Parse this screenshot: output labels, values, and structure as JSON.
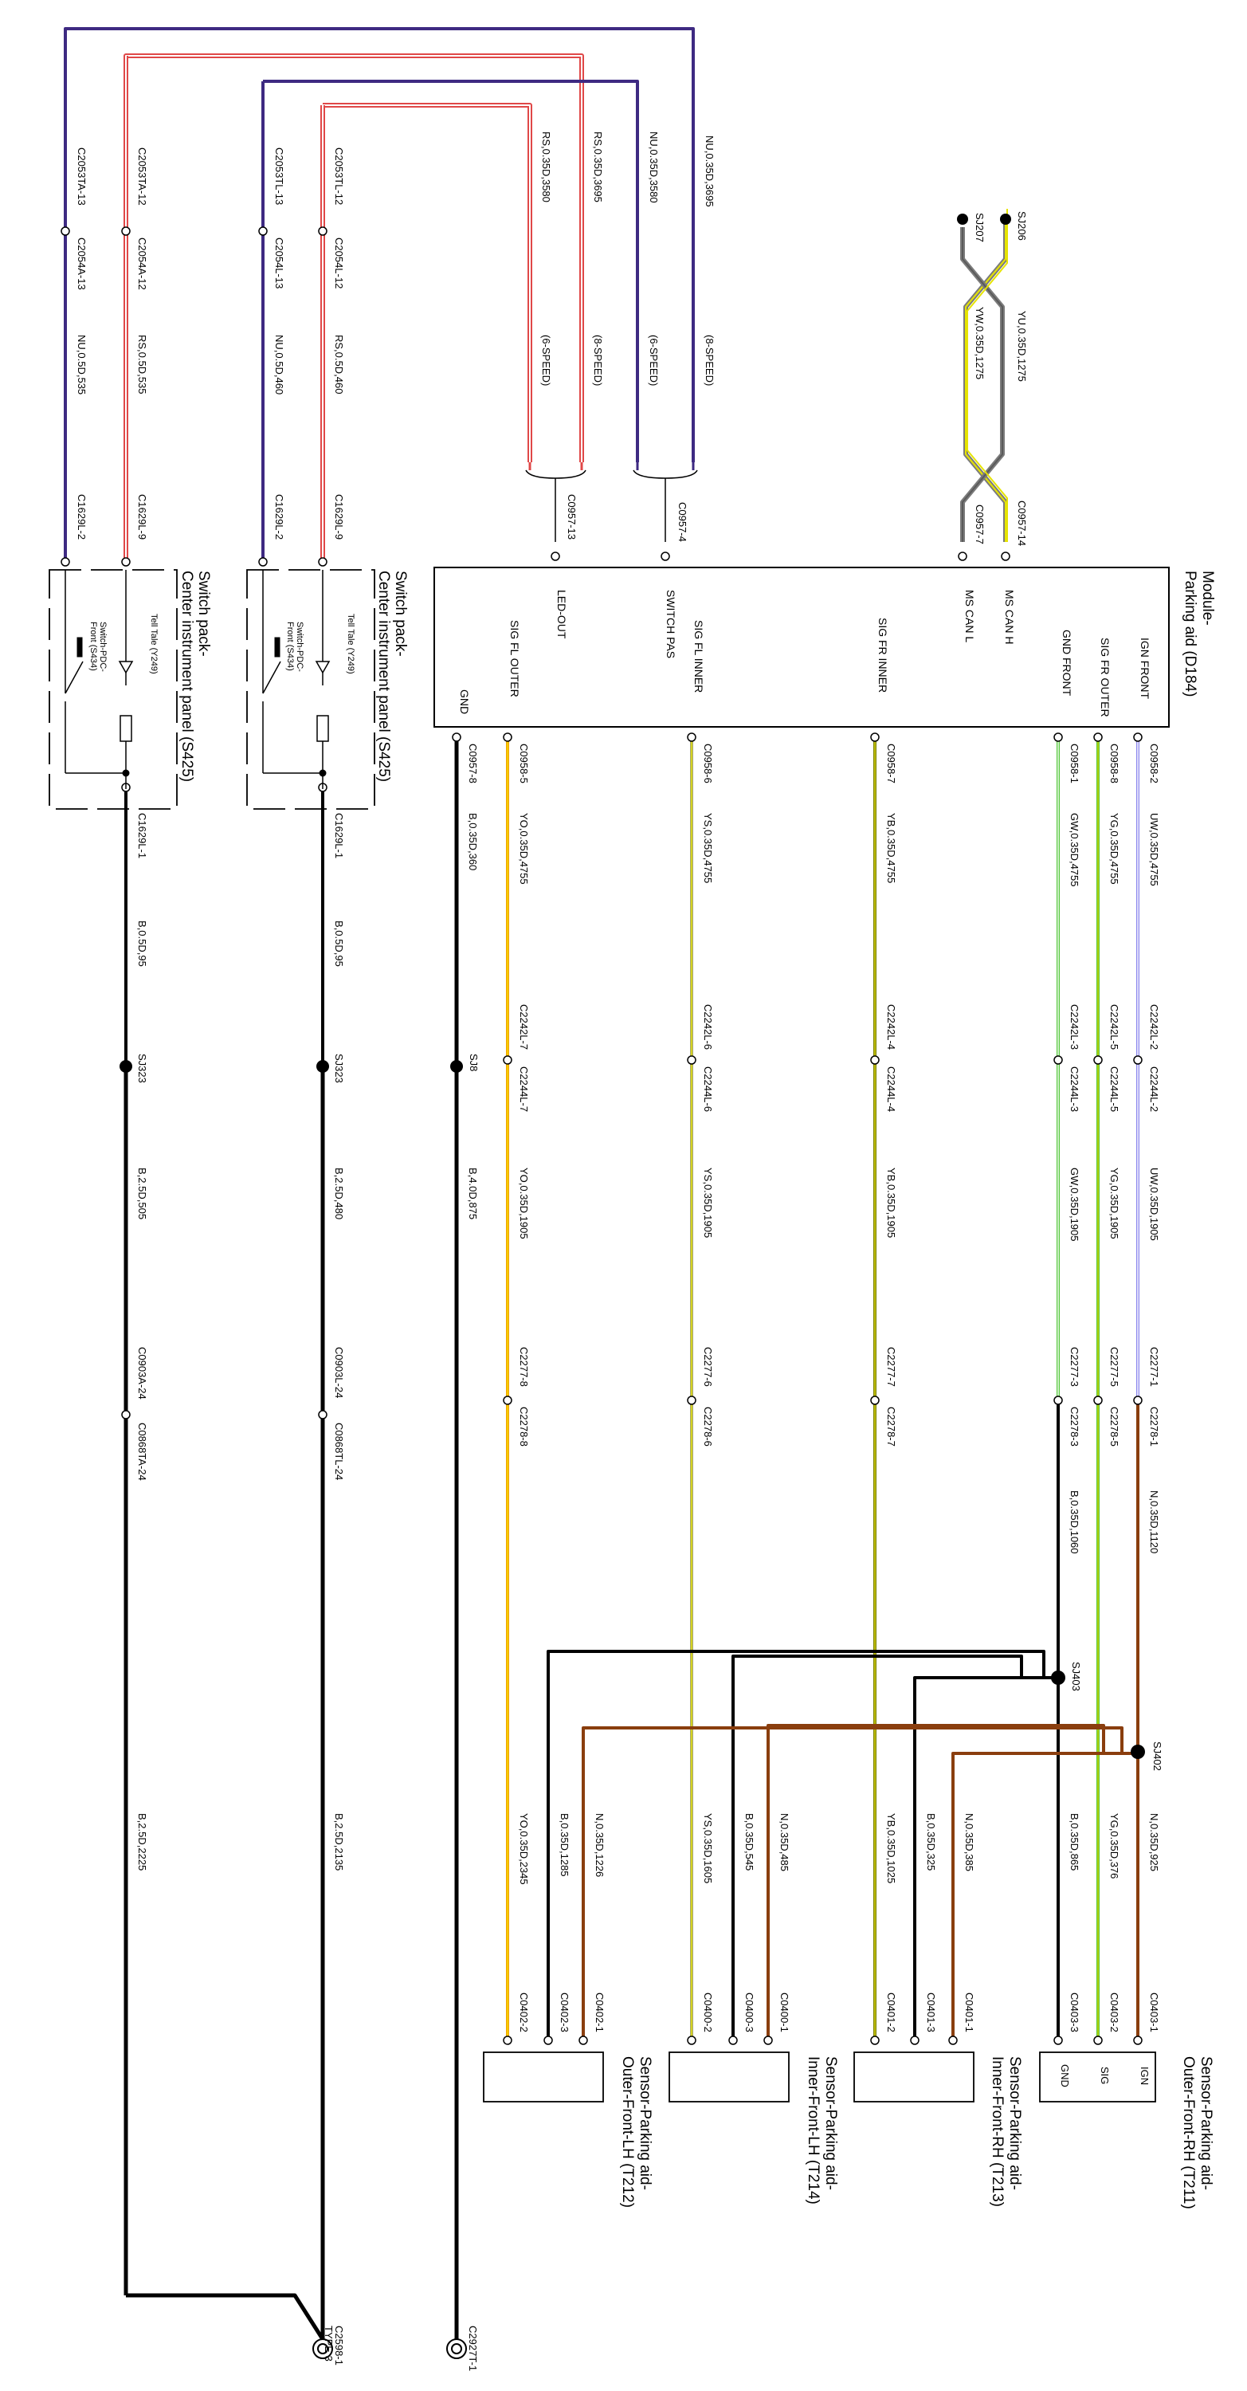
{
  "labels": {
    "module": [
      "Module-",
      "Parking aid (D184)"
    ],
    "module_pins": {
      "ign_front": "IGN FRONT",
      "sig_fr_outer": "SIG FR OUTER",
      "gnd_front": "GND FRONT",
      "ms_can_h": "MS CAN H",
      "ms_can_l": "MS CAN L",
      "sig_fr_inner": "SIG FR INNER",
      "sig_fl_inner": "SIG FL INNER",
      "switch_pas": "SWITCH PAS",
      "led_out": "LED-OUT",
      "sig_fl_outer": "SIG FL OUTER",
      "gnd": "GND"
    },
    "switch_pack": [
      "Switch pack-",
      "Center instrument panel (S425)"
    ],
    "switch_inner": [
      "Tell Tale (Y249)",
      "Switch-PDC-",
      "Front (S434)"
    ],
    "sensors": {
      "t211": [
        "Sensor-Parking aid-",
        "Outer-Front-RH (T211)"
      ],
      "t213": [
        "Sensor-Parking aid-",
        "Inner-Front-RH (T213)"
      ],
      "t214": [
        "Sensor-Parking aid-",
        "Inner-Front-LH (T214)"
      ],
      "t212": [
        "Sensor-Parking aid-",
        "Outer-Front-LH (T212)"
      ]
    },
    "sensor_pins": {
      "ign": "IGN",
      "sig": "SIG",
      "gnd": "GND"
    },
    "top_connectors": {
      "c0957_14": "C0957-14",
      "c0957_7": "C0957-7",
      "c0957_4": "C0957-4",
      "c0957_13": "C0957-13",
      "sj206": "SJ206",
      "sj207": "SJ207"
    },
    "module_right_connectors": {
      "c0958_2": "C0958-2",
      "c0958_8": "C0958-8",
      "c0958_1": "C0958-1",
      "c0958_7": "C0958-7",
      "c0958_6": "C0958-6",
      "c0958_5": "C0958-5",
      "c0957_8": "C0957-8"
    },
    "inline_connectors": {
      "c2242l_2": "C2242L-2",
      "c2244l_2": "C2244L-2",
      "c2242l_5": "C2242L-5",
      "c2244l_5": "C2244L-5",
      "c2242l_3": "C2242L-3",
      "c2244l_3": "C2244L-3",
      "c2242l_4": "C2242L-4",
      "c2244l_4": "C2244L-4",
      "c2242l_6": "C2242L-6",
      "c2244l_6": "C2244L-6",
      "c2242l_7": "C2242L-7",
      "c2244l_7": "C2244L-7",
      "c2277_1": "C2277-1",
      "c2278_1": "C2278-1",
      "c2277_5": "C2277-5",
      "c2278_5": "C2278-5",
      "c2277_3": "C2277-3",
      "c2278_3": "C2278-3",
      "c2277_7": "C2277-7",
      "c2278_7": "C2278-7",
      "c2277_6": "C2277-6",
      "c2278_6": "C2278-6",
      "c2277_8": "C2277-8",
      "c2278_8": "C2278-8"
    },
    "sensor_connectors": {
      "c0403_1": "C0403-1",
      "c0403_2": "C0403-2",
      "c0403_3": "C0403-3",
      "c0401_1": "C0401-1",
      "c0401_3": "C0401-3",
      "c0401_2": "C0401-2",
      "c0400_1": "C0400-1",
      "c0400_3": "C0400-3",
      "c0400_2": "C0400-2",
      "c0402_1": "C0402-1",
      "c0402_3": "C0402-3",
      "c0402_2": "C0402-2"
    },
    "splices": {
      "sj402": "SJ402",
      "sj403": "SJ403",
      "sj8": "SJ8",
      "sj323_a": "SJ323",
      "sj323_b": "SJ323"
    },
    "ground": {
      "c2927t_1": "C2927T-1",
      "c2598_1": "C2598-1",
      "type3": "TYPE 3"
    },
    "switch_connectors": {
      "c2053ta_13": "C2053TA-13",
      "c2054a_13": "C2054A-13",
      "c2053ta_12": "C2053TA-12",
      "c2054a_12": "C2054A-12",
      "c2053tl_13": "C2053TL-13",
      "c2054l_13": "C2054L-13",
      "c2053tl_12": "C2053TL-12",
      "c2054l_12": "C2054L-12",
      "c1629l_2_a": "C1629L-2",
      "c1629l_9_a": "C1629L-9",
      "c1629l_2_b": "C1629L-2",
      "c1629l_9_b": "C1629L-9",
      "c1629l_1_a": "C1629L-1",
      "c1629l_1_b": "C1629L-1",
      "c0903a_24": "C0903A-24",
      "c0868ta_24": "C0868TA-24",
      "c0903l_24": "C0903L-24",
      "c0868tl_24": "C0868TL-24"
    },
    "wires": {
      "nu_3695": "NU,0.35D,3695",
      "rs_3695": "RS,0.35D,3695",
      "nu_3580": "NU,0.35D,3580",
      "rs_3580": "RS,0.35D,3580",
      "nu_535": "NU,0.5D,535",
      "rs_535": "RS,0.5D,535",
      "nu_460": "NU,0.5D,460",
      "rs_460": "RS,0.5D,460",
      "yu_1275": "YU,0.35D,1275",
      "yw_1275": "YW,0.35D,1275",
      "speed8_a": "(8-SPEED)",
      "speed8_b": "(8-SPEED)",
      "speed6_a": "(6-SPEED)",
      "speed6_b": "(6-SPEED)",
      "uw_4755": "UW,0.35D,4755",
      "yg_4755": "YG,0.35D,4755",
      "gw_4755": "GW,0.35D,4755",
      "yb_4755": "YB,0.35D,4755",
      "ys_4755": "YS,0.35D,4755",
      "yo_4755": "YO,0.35D,4755",
      "b_360": "B,0.35D,360",
      "uw_1905": "UW,0.35D,1905",
      "yg_1905": "YG,0.35D,1905",
      "gw_1905": "GW,0.35D,1905",
      "yb_1905": "YB,0.35D,1905",
      "ys_1905": "YS,0.35D,1905",
      "yo_1905": "YO,0.35D,1905",
      "b_875": "B,4.0D,875",
      "n_1120": "N,0.35D,1120",
      "b_1060": "B,0.35D,1060",
      "n_925": "N,0.35D,925",
      "yg_376": "YG,0.35D,376",
      "b_865": "B,0.35D,865",
      "n_385": "N,0.35D,385",
      "b_325": "B,0.35D,325",
      "yb_1025": "YB,0.35D,1025",
      "n_485": "N,0.35D,485",
      "b_545": "B,0.35D,545",
      "ys_1605": "YS,0.35D,1605",
      "n_1226": "N,0.35D,1226",
      "b_1285": "B,0.35D,1285",
      "yo_2345": "YO,0.35D,2345",
      "b_95_a": "B,0.5D,95",
      "b_95_b": "B,0.5D,95",
      "b_505": "B,2.5D,505",
      "b_480": "B,2.5D,480",
      "b_2225": "B,2.5D,2225",
      "b_2135": "B,2.5D,2135"
    }
  },
  "colors": {
    "uw": "#8a86ee",
    "green": "#54c83a",
    "yg_yellow": "#d9d300",
    "yb": "#7a8200",
    "ys": "#a8a870",
    "yo": "#f0a000",
    "brown": "#8a3e0e",
    "black": "#000000",
    "purple": "#3e2a82",
    "red": "#e04848",
    "yellow": "#e6e400"
  }
}
